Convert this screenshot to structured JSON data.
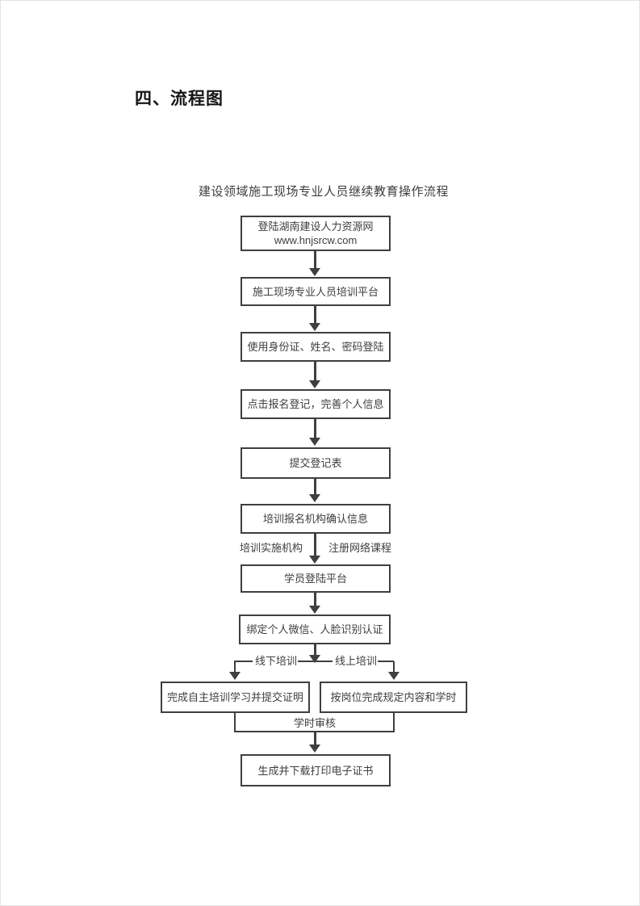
{
  "document": {
    "section_heading": "四、流程图",
    "flowchart_title": "建设领域施工现场专业人员继续教育操作流程"
  },
  "flow": {
    "nodes": [
      {
        "line1": "登陆湖南建设人力资源网",
        "line2": "www.hnjsrcw.com"
      },
      {
        "label": "施工现场专业人员培训平台"
      },
      {
        "label": "使用身份证、姓名、密码登陆"
      },
      {
        "label": "点击报名登记，完善个人信息"
      },
      {
        "label": "提交登记表"
      },
      {
        "label": "培训报名机构确认信息"
      },
      {
        "label": "学员登陆平台"
      },
      {
        "label": "绑定个人微信、人脸识别认证"
      },
      {
        "label": "完成自主培训学习并提交证明"
      },
      {
        "label": "按岗位完成规定内容和学时"
      },
      {
        "label": "生成并下载打印电子证书"
      }
    ],
    "edge_labels": {
      "training_org": "培训实施机构",
      "register_course": "注册网络课程",
      "offline": "线下培训",
      "online": "线上培训",
      "hours_audit": "学时审核"
    }
  },
  "colors": {
    "line": "#3f3f3f",
    "text": "#3e3e3e",
    "heading": "#161616",
    "background": "#ffffff"
  }
}
